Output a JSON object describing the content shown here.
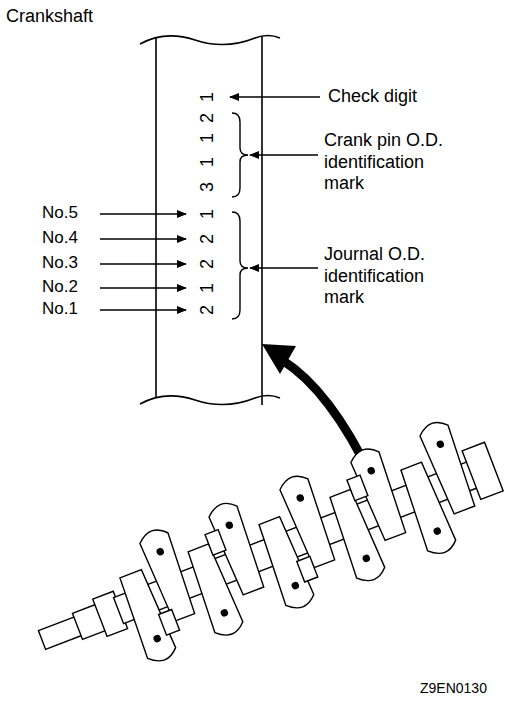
{
  "diagram": {
    "labels": [
      "Crankshaft",
      "Check digit",
      "Crank pin O.D. identification mark",
      "Journal O.D. identification mark",
      "No.5",
      "No.4",
      "No.3",
      "No.2",
      "No.1",
      "1",
      "2",
      "1",
      "1",
      "3",
      "1",
      "2",
      "2",
      "1",
      "2",
      "Z9EN0130"
    ]
  }
}
